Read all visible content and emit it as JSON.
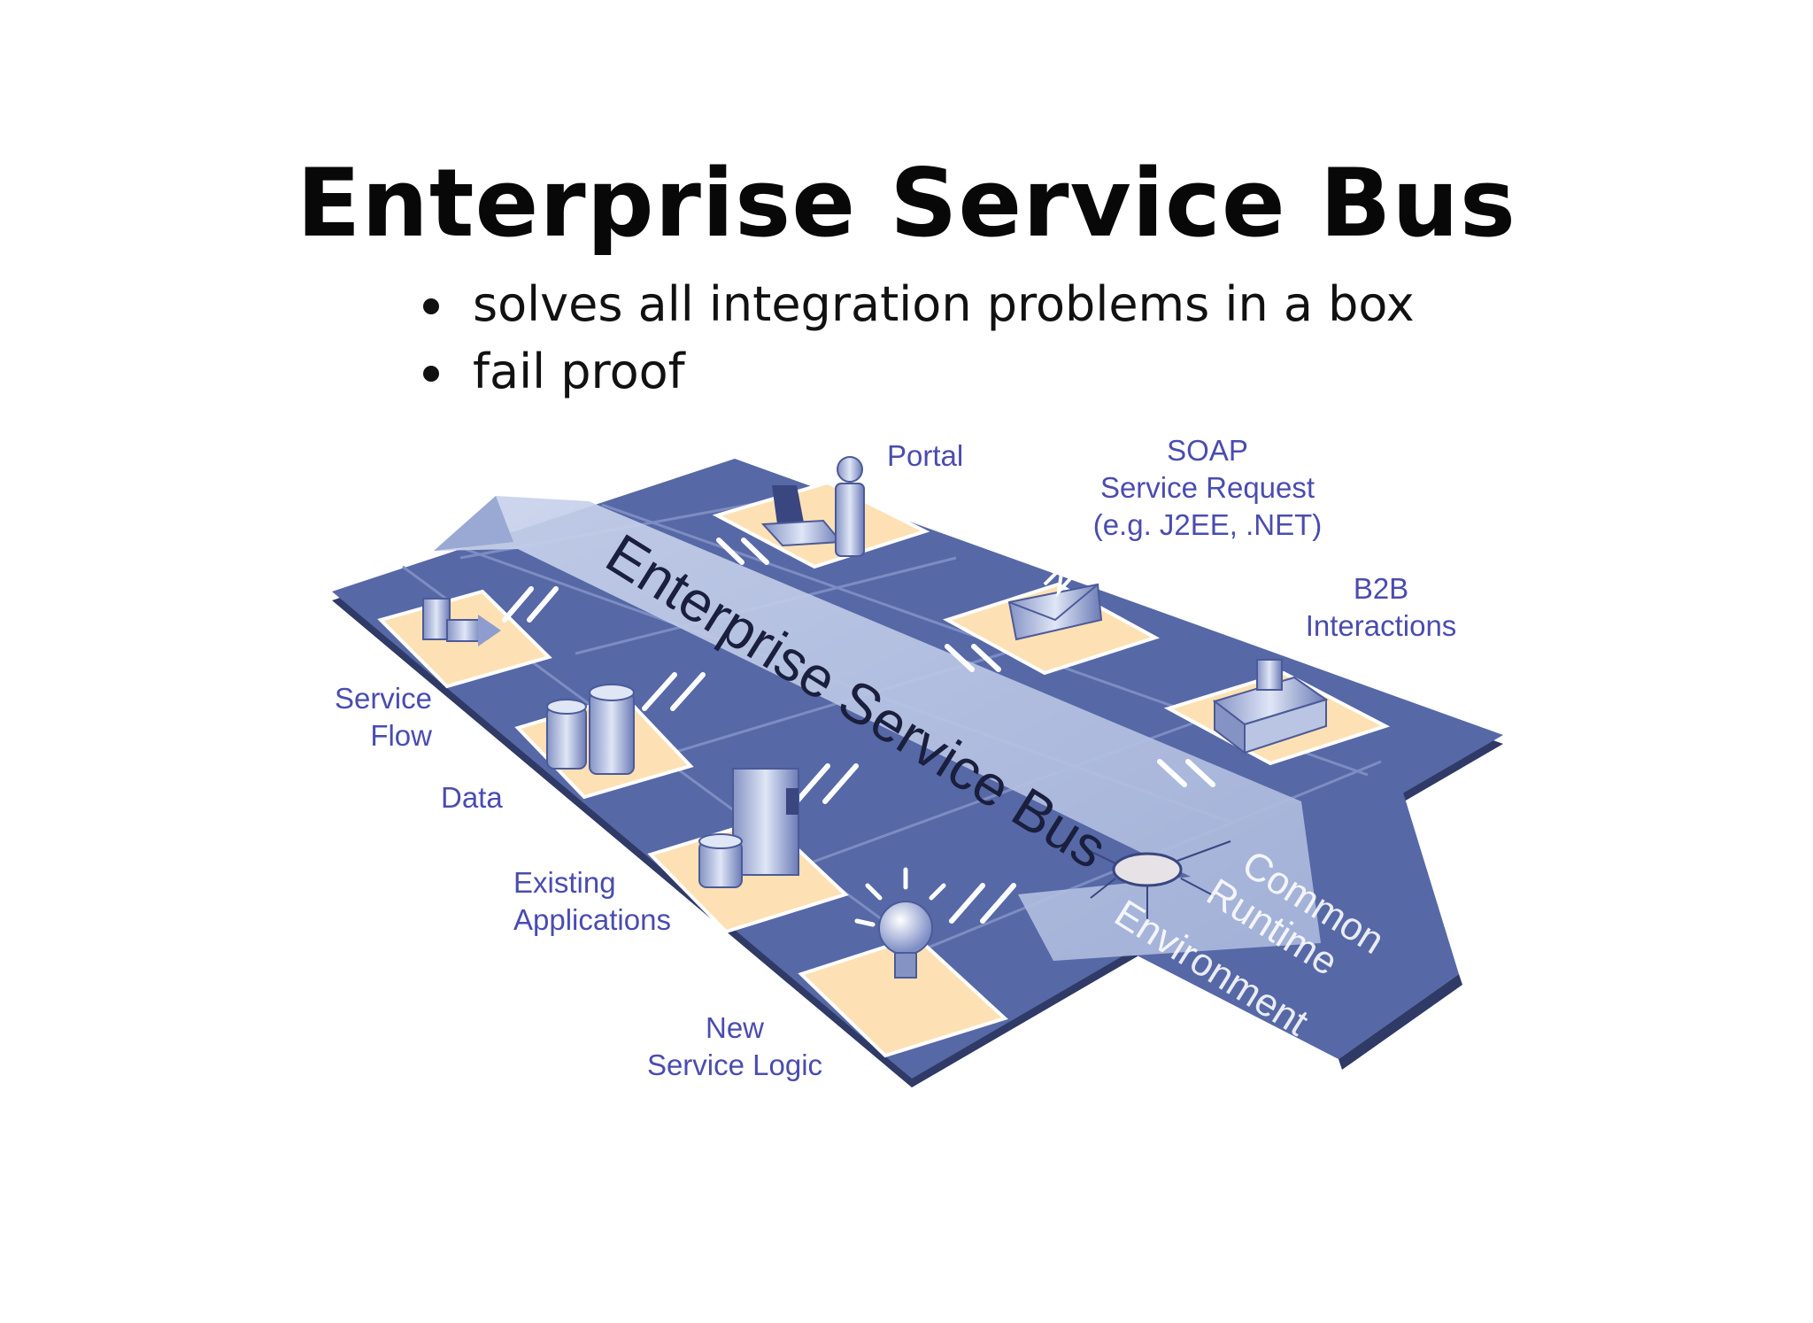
{
  "slide": {
    "title": "Enterprise Service Bus",
    "bullets": [
      "solves all integration problems in a box",
      "fail proof"
    ]
  },
  "diagram": {
    "bus_label": "Enterprise Service Bus",
    "runtime_label": [
      "Common",
      "Runtime",
      "Environment"
    ],
    "labels": {
      "portal": "Portal",
      "soap": [
        "SOAP",
        "Service Request",
        "(e.g. J2EE, .NET)"
      ],
      "b2b": [
        "B2B",
        "Interactions"
      ],
      "service_flow": [
        "Service",
        "Flow"
      ],
      "data": "Data",
      "existing_apps": [
        "Existing",
        "Applications"
      ],
      "new_logic": [
        "New",
        "Service Logic"
      ]
    },
    "colors": {
      "tile": "#5668a6",
      "tile_dark": "#44558f",
      "pad": "#fde1b4",
      "bus": "#b9c5e2",
      "label": "#4a4cb0"
    },
    "icons": [
      "service-flow-icon",
      "database-icon",
      "server-icon",
      "lightbulb-icon",
      "portal-user-icon",
      "envelope-icon",
      "factory-icon",
      "hub-icon"
    ]
  }
}
